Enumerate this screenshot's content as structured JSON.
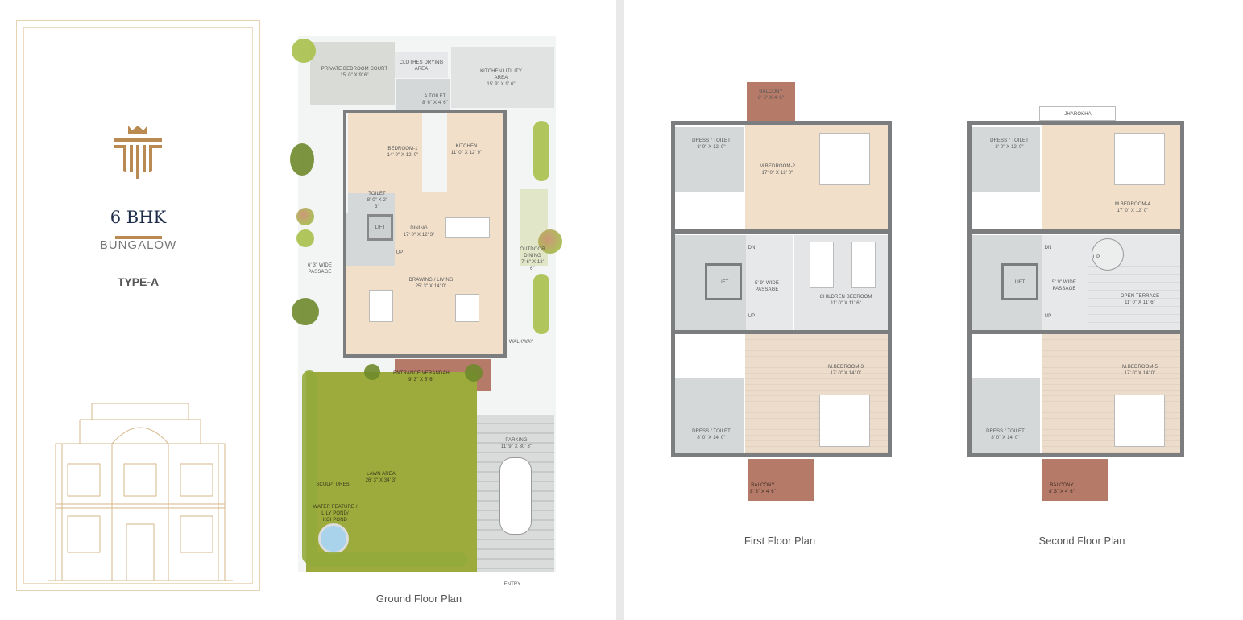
{
  "brand": {
    "logo_icon": "crown-pillars-logo",
    "unit_type": "6 BHK",
    "category": "BUNGALOW",
    "variant": "TYPE-A",
    "gold": "#b98a52",
    "navy": "#1f2d4a"
  },
  "ground_floor": {
    "caption": "Ground Floor Plan",
    "rooms": {
      "private_court": {
        "name": "PRIVATE BEDROOM COURT",
        "dim": "15' 0\" X 9' 6\""
      },
      "clothes_drying": {
        "name": "CLOTHES DRYING",
        "dim": "AREA"
      },
      "a_toilet": {
        "name": "A.TOILET",
        "dim": "8' 6\" X 4' 6\""
      },
      "kitchen_utility": {
        "name": "KITCHEN UTILITY AREA",
        "dim": "15' 9\" X 9' 6\""
      },
      "bedroom_1": {
        "name": "BEDROOM-1",
        "dim": "14' 0\" X 12' 0\""
      },
      "kitchen": {
        "name": "KITCHEN",
        "dim": "11' 0\" X 12' 9\""
      },
      "toilet": {
        "name": "TOILET",
        "dim": "8' 0\" X 2' 3\""
      },
      "lift": {
        "name": "LIFT"
      },
      "up": "UP",
      "dining": {
        "name": "DINING",
        "dim": "17' 0\" X 12' 3\""
      },
      "passage": {
        "name": "6' 3\" WIDE",
        "dim": "PASSAGE"
      },
      "outdoor_dining": {
        "name": "OUTDOOR DINING",
        "dim": "7' 6\" X 13' 6\""
      },
      "drawing_living": {
        "name": "DRAWING / LIVING",
        "dim": "25' 3\" X 14' 0\""
      },
      "walkway": {
        "name": "WALKWAY"
      },
      "verandah": {
        "name": "ENTRANCE VERANDAH",
        "dim": "9' 3\" X 5' 6\""
      },
      "lawn": {
        "name": "LAWN AREA",
        "dim": "26' 3\" X 34' 3\""
      },
      "sculptures": {
        "name": "SCULPTURES"
      },
      "water_feature": {
        "name": "WATER FEATURE /",
        "dim": "LILY POND/",
        "dim2": "KOI POND"
      },
      "parking": {
        "name": "PARKING",
        "dim": "11' 9\" X 30' 3\""
      },
      "entry": {
        "name": "ENTRY"
      }
    }
  },
  "first_floor": {
    "caption": "First Floor Plan",
    "rooms": {
      "balcony_top": {
        "name": "BALCONY",
        "dim": "8' 6\" X 4' 6\""
      },
      "dress_top": {
        "name": "DRESS / TOILET",
        "dim": "8' 0\" X 12' 0\""
      },
      "mbed2": {
        "name": "M.BEDROOM-2",
        "dim": "17' 0\" X 12' 0\""
      },
      "dn": "DN",
      "up": "UP",
      "lift": {
        "name": "LIFT"
      },
      "passage": {
        "name": "5' 9\" WIDE",
        "dim": "PASSAGE"
      },
      "children": {
        "name": "CHILDREN BEDROOM",
        "dim": "11' 0\" X 11' 6\""
      },
      "mbed3": {
        "name": "M.BEDROOM-3",
        "dim": "17' 0\" X 14' 0\""
      },
      "dress_bottom": {
        "name": "DRESS / TOILET",
        "dim": "8' 0\" X 14' 0\""
      },
      "balcony_bottom": {
        "name": "BALCONY",
        "dim": "8' 3\" X 4' 6\""
      }
    }
  },
  "second_floor": {
    "caption": "Second Floor Plan",
    "rooms": {
      "jharokha": {
        "name": "JHAROKHA"
      },
      "dress_top": {
        "name": "DRESS / TOILET",
        "dim": "8' 0\" X 12' 0\""
      },
      "mbed4": {
        "name": "M.BEDROOM-4",
        "dim": "17' 0\" X 12' 0\""
      },
      "dn": "DN",
      "up": "UP",
      "terrace_up": "UP",
      "lift": {
        "name": "LIFT"
      },
      "passage": {
        "name": "5' 9\" WIDE",
        "dim": "PASSAGE"
      },
      "terrace": {
        "name": "OPEN TERRACE",
        "dim": "11' 0\" X 11' 6\""
      },
      "mbed5": {
        "name": "M.BEDROOM-5",
        "dim": "17' 0\" X 14' 0\""
      },
      "dress_bottom": {
        "name": "DRESS / TOILET",
        "dim": "8' 0\" X 14' 0\""
      },
      "balcony_bottom": {
        "name": "BALCONY",
        "dim": "8' 3\" X 4' 6\""
      }
    }
  }
}
